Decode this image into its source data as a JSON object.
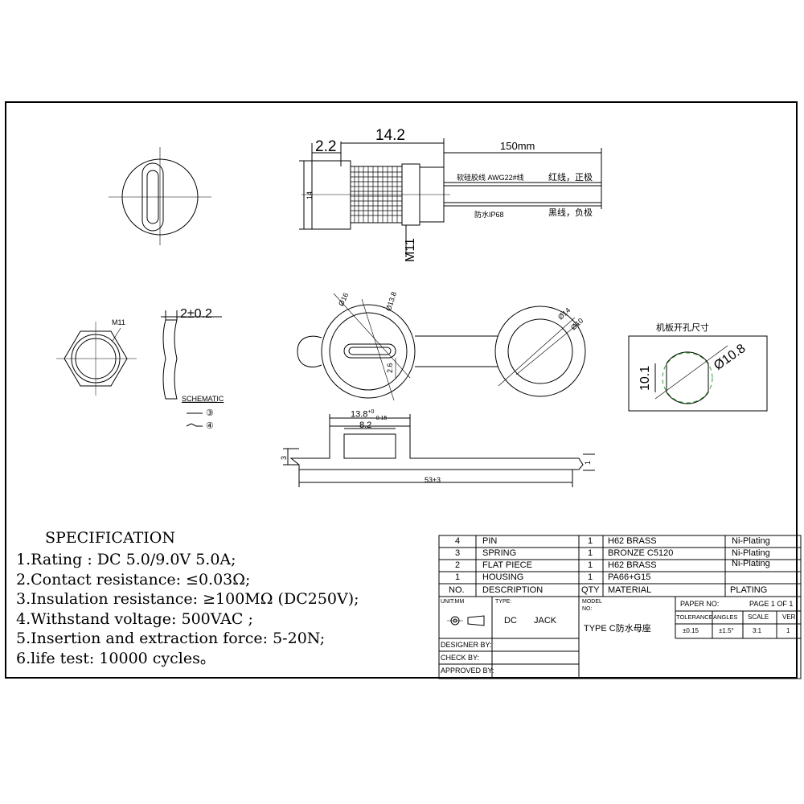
{
  "dims": {
    "d_2_2": "2.2",
    "d_14_2": "14.2",
    "d_150mm": "150mm",
    "d_14": "14",
    "d_m11": "M11",
    "d_m11_small": "M11",
    "d_2_0_2": "2±0.2",
    "d_16": "Ø16",
    "d_13_8": "Ø13.8",
    "d_14_dia": "Ø14",
    "d_10_dia": "Ø10",
    "d_2_6": "2.6",
    "d_13_8_tol": "13.8",
    "d_13_8_tol_sup": "+0",
    "d_13_8_tol_sub": "-0.15",
    "d_8_2": "8.2",
    "d_3": "3",
    "d_1": "1",
    "d_53": "53±3",
    "d_10_1": "10.1",
    "d_10_8": "Ø10.8"
  },
  "cable_notes": {
    "wire": "软硅胶线  AWG22#线",
    "waterproof": "防水IP68",
    "red": "红线，正极",
    "black": "黑线，负极"
  },
  "panel_cutout_title": "机板开孔尺寸",
  "schematic": {
    "label": "SCHEMATIC",
    "pin3": "③",
    "pin4": "④"
  },
  "spec": {
    "title": "SPECIFICATION",
    "lines": [
      "1.Rating : DC 5.0/9.0V 5.0A;",
      "2.Contact resistance: ≤0.03Ω;",
      "3.Insulation resistance: ≥100MΩ (DC250V);",
      "4.Withstand voltage: 500VAC ;",
      "5.Insertion and extraction force: 5-20N;",
      "6.life test: 10000 cycles。"
    ]
  },
  "bom": {
    "rows": [
      {
        "no": "4",
        "desc": "PIN",
        "qty": "1",
        "material": "H62 BRASS",
        "plating": "Ni-Plating"
      },
      {
        "no": "3",
        "desc": "SPRING",
        "qty": "1",
        "material": "BRONZE C5120",
        "plating": "Ni-Plating"
      },
      {
        "no": "2",
        "desc": "FLAT PIECE",
        "qty": "1",
        "material": "H62 BRASS",
        "plating": "Ni-Plating"
      },
      {
        "no": "1",
        "desc": "HOUSING",
        "qty": "1",
        "material": "PA66+G15",
        "plating": ""
      }
    ],
    "header": {
      "no": "NO.",
      "desc": "DESCRIPTION",
      "qty": "QTY",
      "material": "MATERIAL",
      "plating": "PLATING"
    }
  },
  "title_block": {
    "unit": "UNIT:MM",
    "type_label": "TYPE:",
    "type_val_1": "DC",
    "type_val_2": "JACK",
    "model_label": "MODEL",
    "no_label": "NO:",
    "model_val": "TYPE  C防水母座",
    "paper_no": "PAPER NO:",
    "page": "PAGE  1  OF  1",
    "tolerance": "TOLERANCE",
    "angles": "ANGLES",
    "scale": "SCALE",
    "ver": "VER",
    "tol_val": "±0.15",
    "ang_val": "±1.5°",
    "scale_val": "3:1",
    "ver_val": "1",
    "designer": "DESIGNER  BY:",
    "check": "CHECK   BY:",
    "approved": "APPROVED  BY:"
  }
}
